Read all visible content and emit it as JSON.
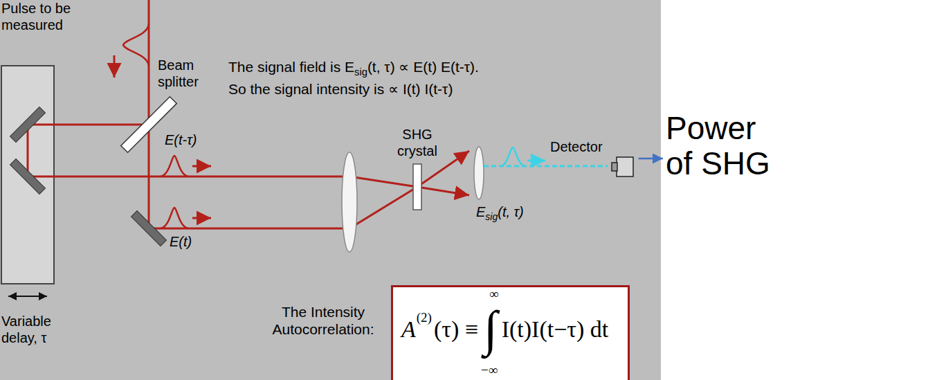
{
  "diagram": {
    "nodes": [
      {
        "text": [
          "Detector"
        ]
      },
      {
        "text": [
          "Power of SHG"
        ]
      },
      {
        "text": [
          "A",
          "(2)",
          "(τ) ≡",
          "∫",
          "∞",
          "−∞",
          "I(t)I(t−τ) dt"
        ]
      }
    ],
    "edges": [
      {
        "from": 0,
        "to": 1,
        "arrow": "to"
      }
    ],
    "labels": [
      "Pulse to be measured",
      "Beam splitter",
      "E(t-τ)",
      "E(t)",
      "Variable delay, τ",
      "The signal field is E",
      "sig",
      "(t, τ) ∝ E(t) E(t-τ).",
      "So the signal intensity is ∝ I(t) I(t-τ)",
      "SHG crystal",
      "E",
      "sig",
      "(t, τ)",
      "The Intensity Autocorrelation:"
    ]
  }
}
